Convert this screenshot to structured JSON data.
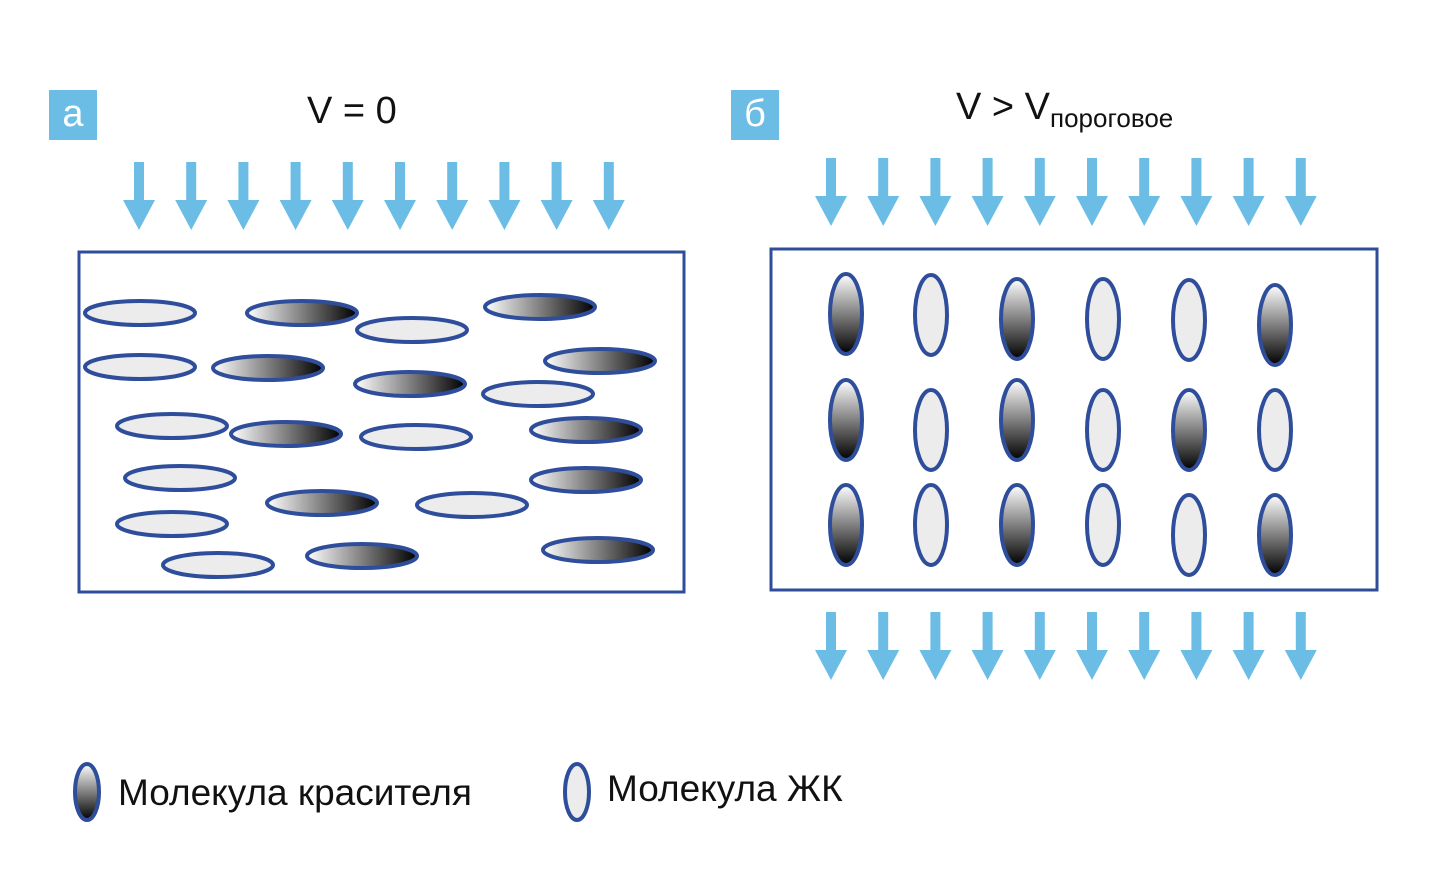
{
  "panel_a": {
    "badge": "а",
    "title": "V = 0"
  },
  "panel_b": {
    "badge": "б",
    "title_main": "V > V",
    "title_sub": "пороговое"
  },
  "legend": {
    "dye_label": "Молекула красителя",
    "lc_label": "Молекула ЖК"
  },
  "colors": {
    "arrow": "#6cbde6",
    "border": "#2e4d9a",
    "lc_fill": "#ececec",
    "dye_dark": "#000000",
    "dye_light": "#ffffff"
  }
}
